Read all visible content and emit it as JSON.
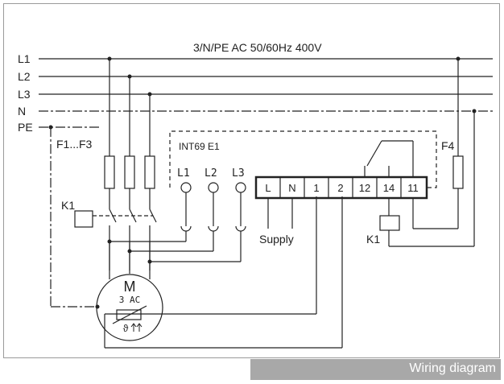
{
  "title": "3/N/PE AC 50/60Hz 400V",
  "caption": "Wiring diagram",
  "lines": {
    "l1": "L1",
    "l2": "L2",
    "l3": "L3",
    "n": "N",
    "pe": "PE"
  },
  "fuses_label": "F1...F3",
  "fuse_f4_label": "F4",
  "contactor_label": "K1",
  "relay_label": "K1",
  "device": {
    "name": "INT69 E1",
    "sensor_inputs": [
      "L1",
      "L2",
      "L3"
    ],
    "terminals": [
      "L",
      "N",
      "1",
      "2",
      "12",
      "14",
      "11"
    ]
  },
  "supply_label": "Supply",
  "motor": {
    "letter": "M",
    "type": "3 AC",
    "sensor_symbol": "ϑ"
  },
  "colors": {
    "line": "#222222",
    "frame": "#9a9a9a",
    "caption_bg": "#a8a8a8",
    "caption_text": "#ffffff"
  }
}
